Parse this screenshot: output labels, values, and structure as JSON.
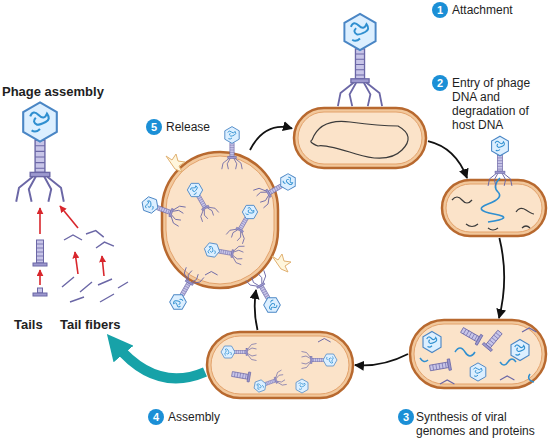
{
  "diagram": {
    "nodes": [
      {
        "text": [
          "Attachment"
        ]
      },
      {
        "text": [
          "Entry of phage DNA and degradation of host DNA"
        ]
      },
      {
        "text": [
          "Synthesis of viral genomes and proteins"
        ]
      },
      {
        "text": [
          "Assembly"
        ]
      },
      {
        "text": [
          "Release"
        ]
      },
      {
        "text": [
          "Phage assembly"
        ]
      }
    ],
    "edges": [
      {
        "from": 0,
        "to": 1,
        "arrow": "to"
      },
      {
        "from": 1,
        "to": 2,
        "arrow": "to"
      },
      {
        "from": 2,
        "to": 3,
        "arrow": "to"
      },
      {
        "from": 3,
        "to": 4,
        "arrow": "to"
      },
      {
        "from": 4,
        "to": 0,
        "arrow": "to"
      },
      {
        "from": 3,
        "to": 5,
        "arrow": "to"
      }
    ],
    "labels": [
      "1",
      "2",
      "3",
      "4",
      "5",
      "Tails",
      "Tail fibers"
    ]
  }
}
